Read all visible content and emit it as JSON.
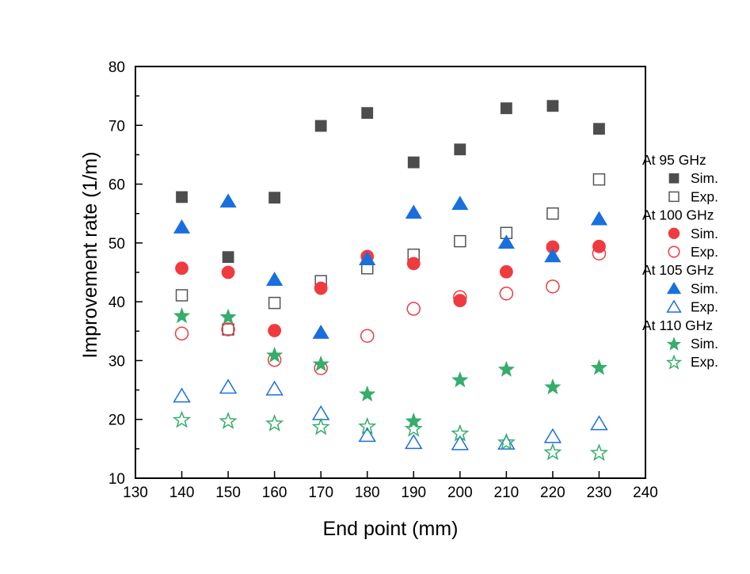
{
  "chart_data": {
    "type": "scatter",
    "title": "",
    "xlabel": "End point (mm)",
    "ylabel": "Improvement rate (1/m)",
    "xlim": [
      130,
      240
    ],
    "ylim": [
      10,
      80
    ],
    "xticks": [
      130,
      140,
      150,
      160,
      170,
      180,
      190,
      200,
      210,
      220,
      230,
      240
    ],
    "yticks": [
      10,
      20,
      30,
      40,
      50,
      60,
      70,
      80
    ],
    "grid": false,
    "legend_position": "right-outside",
    "x": [
      140,
      150,
      160,
      170,
      180,
      190,
      200,
      210,
      220,
      230
    ],
    "groups": [
      {
        "label": "At 95 GHz",
        "series": [
          {
            "name": "Sim.",
            "marker": "square",
            "filled": true,
            "color": "#4d4d4d",
            "values": [
              57.8,
              47.6,
              57.7,
              69.9,
              72.1,
              63.7,
              65.9,
              72.9,
              73.3,
              69.4
            ]
          },
          {
            "name": "Exp.",
            "marker": "square",
            "filled": false,
            "color": "#555555",
            "values": [
              41.1,
              35.3,
              39.8,
              43.5,
              45.7,
              48.0,
              50.3,
              51.7,
              55.0,
              60.8
            ]
          }
        ]
      },
      {
        "label": "At 100 GHz",
        "series": [
          {
            "name": "Sim.",
            "marker": "circle",
            "filled": true,
            "color": "#ef3b3f",
            "values": [
              45.7,
              45.0,
              35.1,
              42.3,
              47.7,
              46.5,
              40.2,
              45.1,
              49.3,
              49.4
            ]
          },
          {
            "name": "Exp.",
            "marker": "circle",
            "filled": false,
            "color": "#ef3b3f",
            "values": [
              34.6,
              35.3,
              30.1,
              28.7,
              34.2,
              38.8,
              40.8,
              41.4,
              42.6,
              48.2
            ]
          }
        ]
      },
      {
        "label": "At 105 GHz",
        "series": [
          {
            "name": "Sim.",
            "marker": "triangle",
            "filled": true,
            "color": "#1a6fdf",
            "values": [
              52.7,
              57.1,
              43.8,
              34.8,
              47.3,
              55.2,
              56.7,
              50.1,
              47.8,
              54.1
            ]
          },
          {
            "name": "Exp.",
            "marker": "triangle",
            "filled": false,
            "color": "#1a6fdf",
            "values": [
              24.0,
              25.5,
              25.2,
              21.0,
              17.3,
              16.1,
              15.9,
              16.0,
              17.1,
              19.3
            ]
          }
        ]
      },
      {
        "label": "At 110 GHz",
        "series": [
          {
            "name": "Sim.",
            "marker": "star",
            "filled": true,
            "color": "#37ad6b",
            "values": [
              37.7,
              37.5,
              31.0,
              29.5,
              24.4,
              19.8,
              26.8,
              28.6,
              25.6,
              28.9
            ]
          },
          {
            "name": "Exp.",
            "marker": "star",
            "filled": false,
            "color": "#37ad6b",
            "values": [
              20.0,
              19.8,
              19.4,
              18.8,
              18.9,
              18.5,
              17.7,
              16.2,
              14.5,
              14.4
            ]
          }
        ]
      }
    ]
  }
}
